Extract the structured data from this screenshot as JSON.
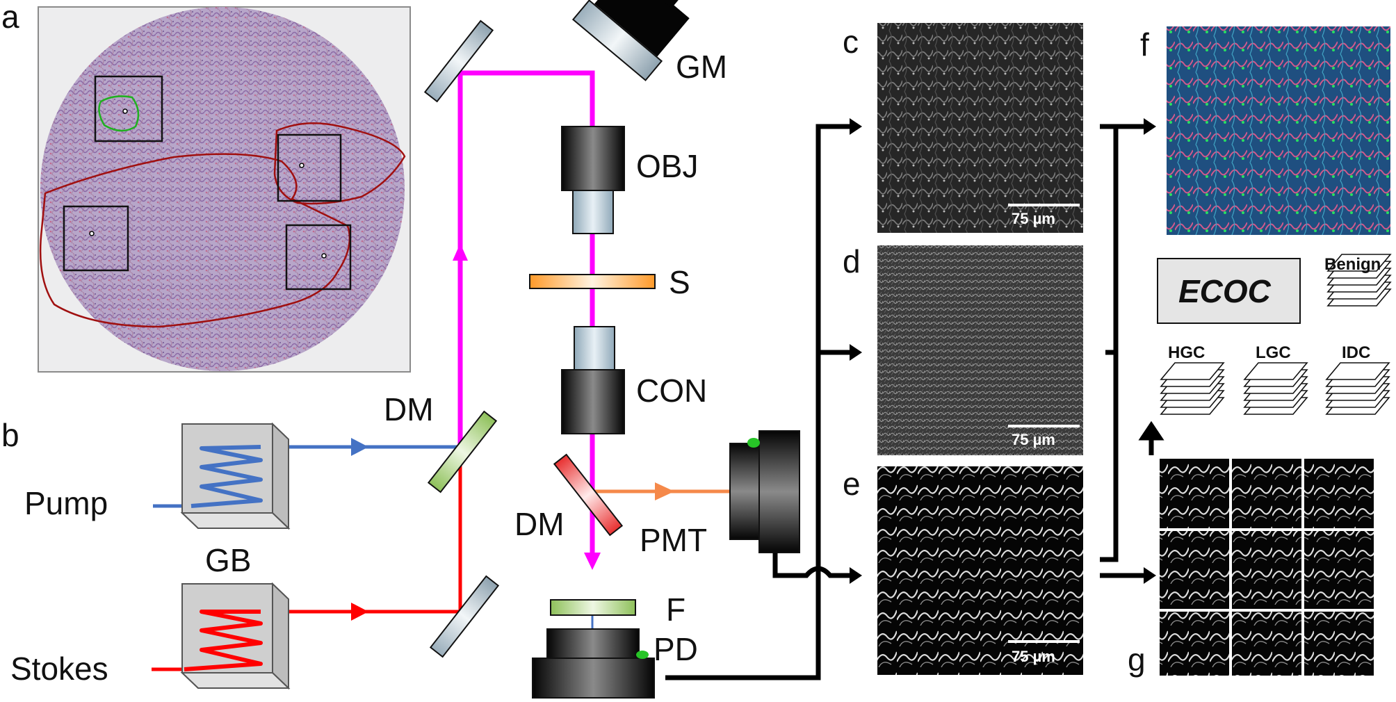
{
  "panels": {
    "a": "a",
    "b": "b",
    "c": "c",
    "d": "d",
    "e": "e",
    "f": "f",
    "g": "g"
  },
  "labels": {
    "gm": "GM",
    "obj": "OBJ",
    "s": "S",
    "con": "CON",
    "dm_upper": "DM",
    "dm_lower": "DM",
    "pmt": "PMT",
    "f": "F",
    "pd": "PD",
    "pump": "Pump",
    "stokes": "Stokes",
    "gb": "GB"
  },
  "scale_bars": {
    "c": "75 µm",
    "d": "75 µm",
    "e": "75 µm"
  },
  "classifier": {
    "ecoc": "ECOC",
    "classes": {
      "benign": "Benign",
      "hgc": "HGC",
      "lgc": "LGC",
      "idc": "IDC"
    }
  },
  "colors": {
    "combined_beam": "#ff00ff",
    "pump_beam": "#4472c4",
    "stokes_beam": "#ff0000",
    "pmt_beam": "#f5894a",
    "tissue_boundary": "#a01010",
    "roi_green": "#20b020",
    "filter_orange": "#ffa640",
    "filter_green": "#a8d070"
  }
}
